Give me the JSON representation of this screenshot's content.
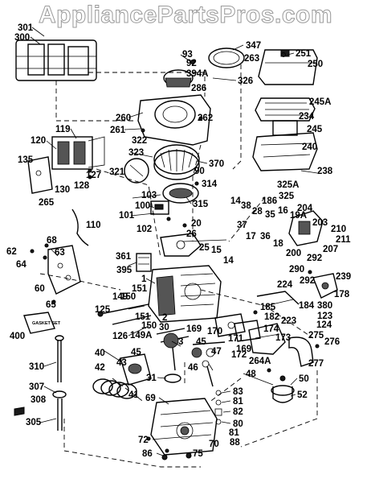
{
  "watermark": "AppliancePartsPros.com",
  "parts": {
    "p301": "301",
    "p300": "300",
    "p347": "347",
    "p263": "263",
    "p251": "251",
    "p250": "250",
    "p93": "93",
    "p92": "92",
    "p394A": "394A",
    "p326": "326",
    "p286": "286",
    "p245A": "245A",
    "p260": "260",
    "p262": "262",
    "p234": "234",
    "p245": "245",
    "p261": "261",
    "p322": "322",
    "p240": "240",
    "p323": "323",
    "p119": "119",
    "p120": "120",
    "p370": "370",
    "p238": "238",
    "p135": "135",
    "p321": "321",
    "p90": "90",
    "p127": "127",
    "p128": "128",
    "p130": "130",
    "p265": "265",
    "p314": "314",
    "p325A": "325A",
    "p103": "103",
    "p325": "325",
    "p315": "315",
    "p14a": "14",
    "p38": "38",
    "p186": "186",
    "p100": "100",
    "p28": "28",
    "p101": "101",
    "p204": "204",
    "p35": "35",
    "p16": "16",
    "p19A": "19A",
    "p110": "110",
    "p37": "37",
    "p203": "203",
    "p20": "20",
    "p26": "26",
    "p17": "17",
    "p36": "36",
    "p210": "210",
    "p102": "102",
    "p211": "211",
    "p18": "18",
    "p68": "68",
    "p62": "62",
    "p63": "63",
    "p25": "25",
    "p200": "200",
    "p292a": "292",
    "p207": "207",
    "p361": "361",
    "p15": "15",
    "p14b": "14",
    "p64": "64",
    "p395": "395",
    "p290": "290",
    "p239": "239",
    "p60": "60",
    "p1": "1",
    "p292b": "292",
    "p224": "224",
    "p151a": "151",
    "p178": "178",
    "p149a": "149",
    "p65": "65",
    "p150a": "150",
    "p185": "185",
    "p184": "184",
    "p380": "380",
    "p151b": "151",
    "p125": "125",
    "p2": "2",
    "p182": "182",
    "p223": "223",
    "p150b": "150",
    "p124": "124",
    "p126": "126",
    "p149A": "149A",
    "p169a": "169",
    "p174": "174",
    "p123": "123",
    "p30": "30",
    "p400": "400",
    "p170": "170",
    "p275": "275",
    "p276": "276",
    "p3": "3",
    "p171": "171",
    "p169b": "169",
    "p173": "173",
    "p40": "40",
    "p45a": "45",
    "p45b": "45",
    "p47": "47",
    "p43": "43",
    "p172": "172",
    "p264A": "264A",
    "p277": "277",
    "p42": "42",
    "p310": "310",
    "p46": "46",
    "p48": "48",
    "p50": "50",
    "p31": "31",
    "p307": "307",
    "p41": "41",
    "p83": "83",
    "p52": "52",
    "p308": "308",
    "p69": "69",
    "p81a": "81",
    "p82": "82",
    "p305": "305",
    "p80": "80",
    "p72": "72",
    "p81b": "81",
    "p70": "70",
    "p88": "88",
    "p86": "86",
    "p75": "75"
  },
  "cylinder_label": "GASKET SET",
  "icon": "exploded-engine-diagram"
}
